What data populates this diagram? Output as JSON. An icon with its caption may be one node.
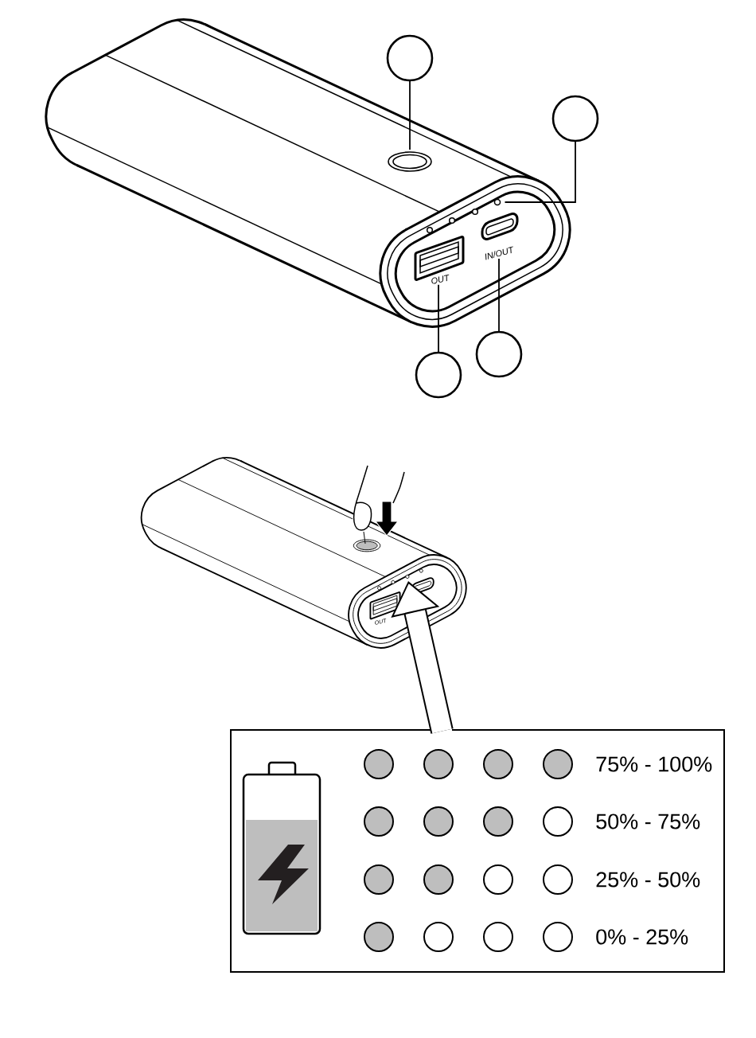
{
  "diagram": {
    "nodes": [
      {
        "text": [],
        "shape": "circle"
      },
      {
        "text": [],
        "shape": "circle"
      },
      {
        "text": [],
        "shape": "circle"
      },
      {
        "text": [],
        "shape": "circle"
      },
      {
        "text": [],
        "shape": "ellipse"
      },
      {
        "text": [],
        "shape": "circle"
      },
      {
        "text": [
          "OUT"
        ]
      },
      {
        "text": [
          "IN/OUT"
        ]
      },
      {
        "text": [
          "75% - 100%",
          "50% - 75%",
          "25% - 50%",
          "0% - 25%"
        ]
      }
    ],
    "edges": [
      {
        "from": 0,
        "to": 4,
        "arrow": "none"
      },
      {
        "from": 1,
        "to": 5,
        "arrow": "none"
      },
      {
        "from": 2,
        "to": 6,
        "arrow": "none"
      },
      {
        "from": 3,
        "to": 7,
        "arrow": "none"
      },
      {
        "from": 8,
        "to": null,
        "arrow": "to",
        "style": "thick"
      }
    ],
    "labels": [
      "OUT"
    ]
  }
}
